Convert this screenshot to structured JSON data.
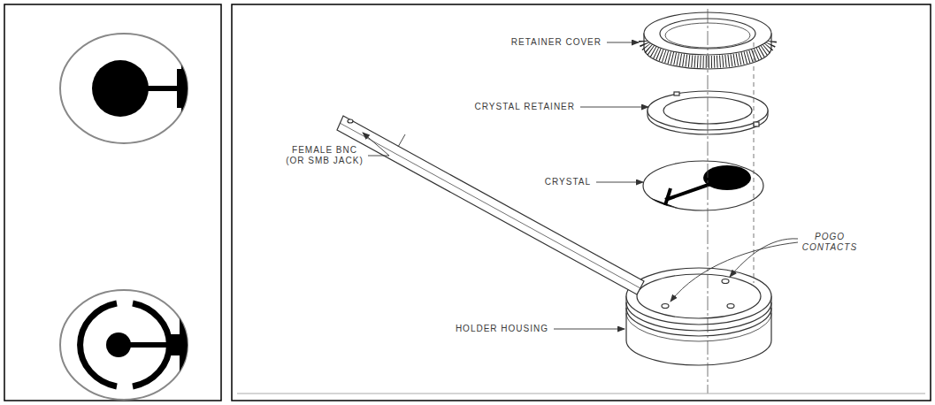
{
  "diagram": {
    "labels": [
      "RETAINER COVER",
      "CRYSTAL RETAINER",
      "CRYSTAL",
      "FEMALE BNC (OR SMB JACK)",
      "HOLDER HOUSING",
      "POGO CONTACTS"
    ]
  }
}
